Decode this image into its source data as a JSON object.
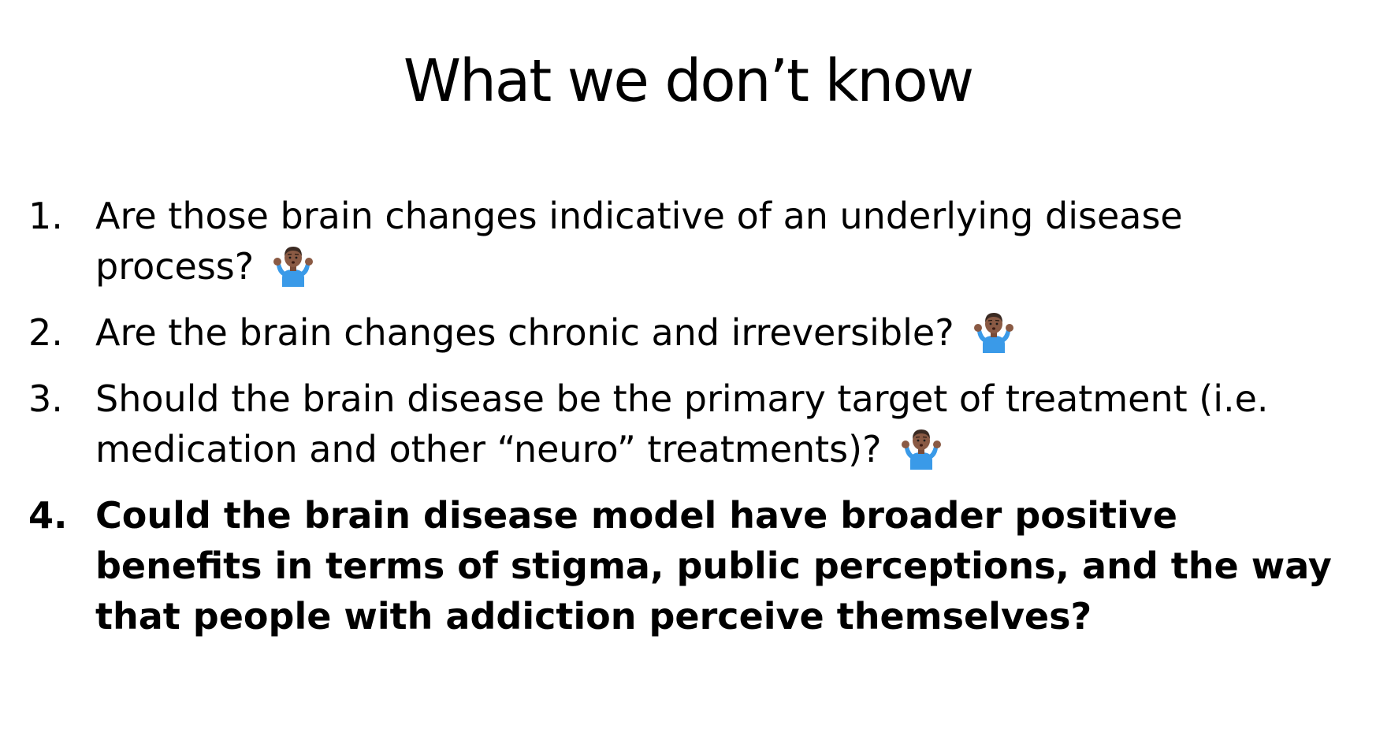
{
  "slide": {
    "title": "What we don’t know",
    "items": [
      {
        "number": "1.",
        "text": "Are those brain changes indicative of an underlying disease process?",
        "icon": "person-shrugging-icon",
        "bold": false
      },
      {
        "number": "2.",
        "text": "Are the brain changes chronic and irreversible?",
        "icon": "person-shrugging-icon",
        "bold": false
      },
      {
        "number": "3.",
        "text": "Should the brain disease be the primary target of treatment (i.e. medication and other “neuro” treatments)?",
        "icon": "person-shrugging-icon",
        "bold": false
      },
      {
        "number": "4.",
        "text": "Could the brain disease model have broader positive benefits in terms of stigma, public perceptions, and the way that people with addiction perceive themselves?",
        "icon": "",
        "bold": true
      }
    ]
  },
  "colors": {
    "text": "#000000",
    "background": "#ffffff",
    "shirt": "#3a9ae8",
    "skin": "#8a5a44",
    "hair": "#3b2a22"
  }
}
